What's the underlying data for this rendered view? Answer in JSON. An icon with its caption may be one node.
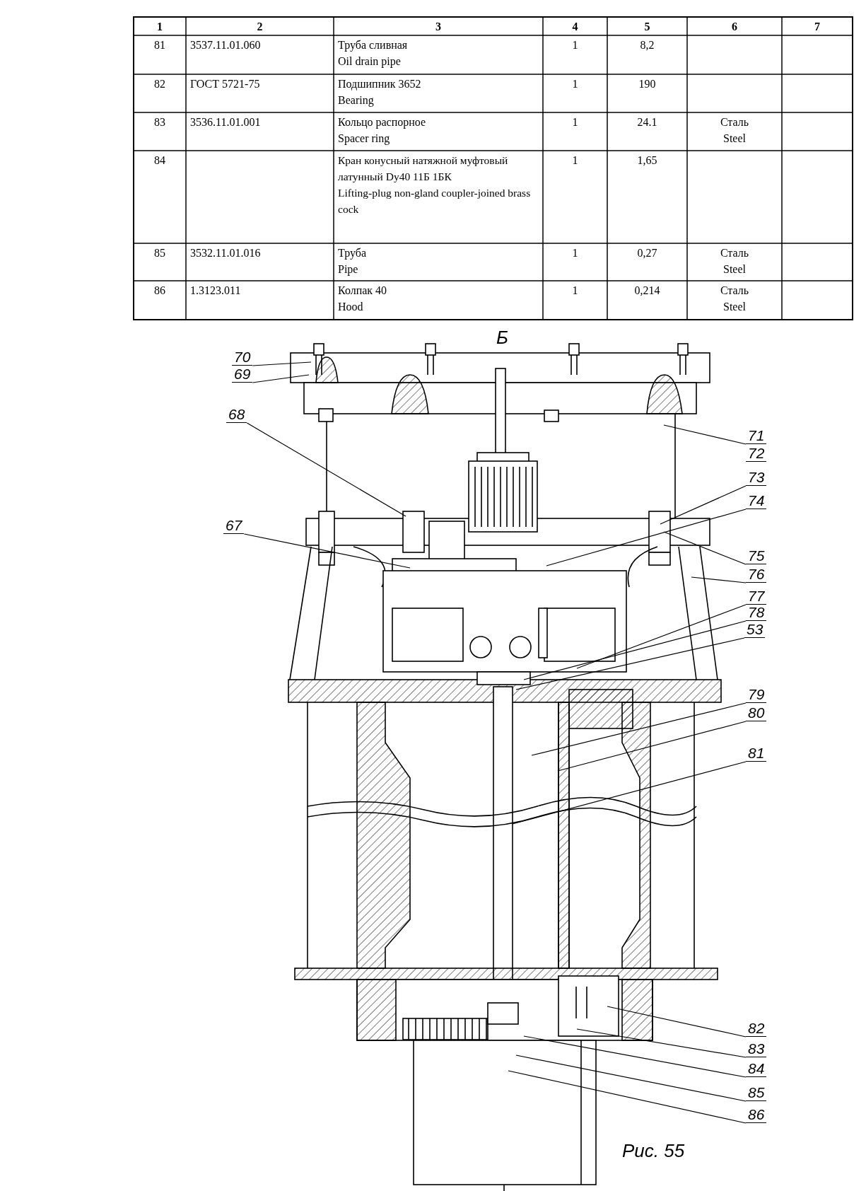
{
  "diagram": {
    "caption": "Рис. 55",
    "nodes": [
      {
        "text": [
          "70"
        ]
      },
      {
        "text": [
          "69"
        ]
      },
      {
        "text": [
          "68"
        ]
      },
      {
        "text": [
          "71"
        ]
      },
      {
        "text": [
          "72"
        ]
      },
      {
        "text": [
          "73"
        ]
      },
      {
        "text": [
          "74"
        ]
      },
      {
        "text": [
          "67"
        ]
      },
      {
        "text": [
          "75"
        ]
      },
      {
        "text": [
          "76"
        ]
      },
      {
        "text": [
          "77"
        ]
      },
      {
        "text": [
          "78"
        ]
      },
      {
        "text": [
          "53"
        ]
      },
      {
        "text": [
          "79"
        ]
      },
      {
        "text": [
          "80"
        ]
      },
      {
        "text": [
          "81"
        ]
      },
      {
        "text": [
          "82"
        ]
      },
      {
        "text": [
          "83"
        ]
      },
      {
        "text": [
          "84"
        ]
      },
      {
        "text": [
          "85"
        ]
      },
      {
        "text": [
          "86"
        ]
      }
    ],
    "edges": [
      {
        "from": 0,
        "to": null,
        "arrow": "none"
      },
      {
        "from": 1,
        "to": null,
        "arrow": "none"
      },
      {
        "from": 2,
        "to": null,
        "arrow": "none"
      },
      {
        "from": 3,
        "to": null,
        "arrow": "none"
      },
      {
        "from": 4,
        "to": null,
        "arrow": "none"
      },
      {
        "from": 5,
        "to": null,
        "arrow": "none"
      },
      {
        "from": 6,
        "to": null,
        "arrow": "none"
      },
      {
        "from": 7,
        "to": null,
        "arrow": "none"
      },
      {
        "from": 8,
        "to": null,
        "arrow": "none"
      },
      {
        "from": 9,
        "to": null,
        "arrow": "none"
      },
      {
        "from": 10,
        "to": null,
        "arrow": "none"
      },
      {
        "from": 11,
        "to": null,
        "arrow": "none"
      },
      {
        "from": 12,
        "to": null,
        "arrow": "none"
      },
      {
        "from": 13,
        "to": null,
        "arrow": "none"
      },
      {
        "from": 14,
        "to": null,
        "arrow": "none"
      },
      {
        "from": 15,
        "to": null,
        "arrow": "none"
      },
      {
        "from": 16,
        "to": null,
        "arrow": "none"
      },
      {
        "from": 17,
        "to": null,
        "arrow": "none"
      },
      {
        "from": 18,
        "to": null,
        "arrow": "none"
      },
      {
        "from": 19,
        "to": null,
        "arrow": "none"
      },
      {
        "from": 20,
        "to": null,
        "arrow": "none"
      }
    ],
    "labels": [
      "1",
      "2",
      "3",
      "4",
      "5",
      "6",
      "7",
      "81",
      "3537.11.01.060",
      "Труба сливная",
      "Oil drain pipe",
      "1",
      "8,2",
      "82",
      "ГОСТ 5721-75",
      "Подшипник 3652",
      "Bearing",
      "1",
      "190",
      "83",
      "3536.11.01.001",
      "Кольцо распорное",
      "Spacer ring",
      "1",
      "24.1",
      "Сталь",
      "Steel",
      "84",
      "Кран конусный натяжной муфтовый латунный Dy40 11Б 1БК",
      "Lifting-plug non-gland coupler-joined brass cock",
      "1",
      "1,65",
      "85",
      "3532.11.01.016",
      "Труба",
      "Pipe",
      "1",
      "0,27",
      "Сталь",
      "Steel",
      "86",
      "1.3123.011",
      "Колпак 40",
      "Hood",
      "1",
      "0,214",
      "Сталь",
      "Steel",
      "Б"
    ]
  }
}
